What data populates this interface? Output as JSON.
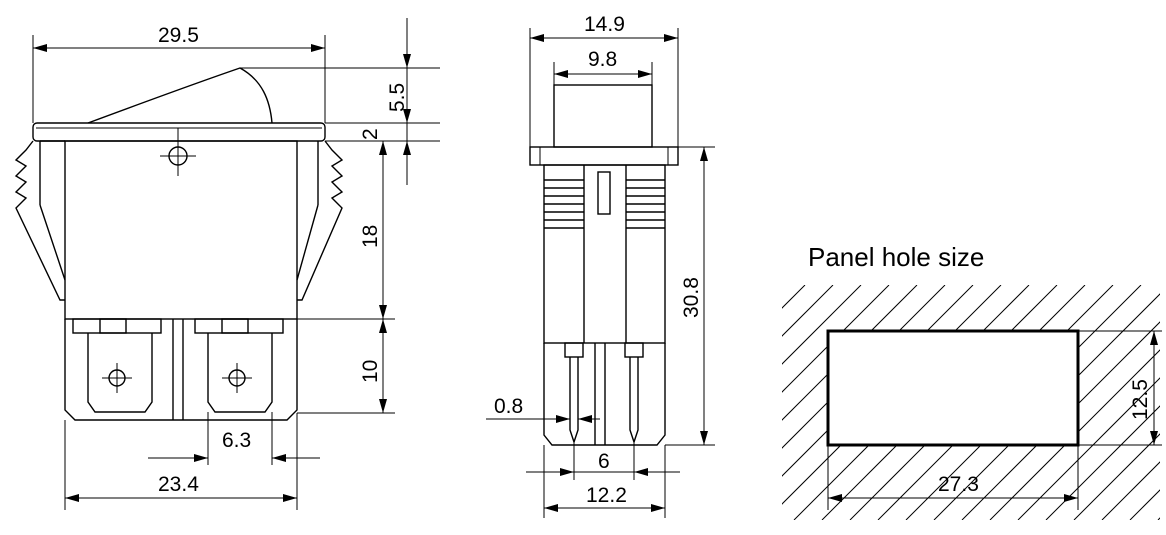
{
  "dimensions": {
    "front_width": "29.5",
    "actuator_height": "5.5",
    "flange_thickness": "2",
    "body_height": "18",
    "terminal_length": "10",
    "terminal_width": "6.3",
    "terminal_span": "23.4",
    "side_top_width": "14.9",
    "side_actuator_width": "9.8",
    "side_total_height": "30.8",
    "pin_thickness": "0.8",
    "pin_spacing": "6",
    "side_body_width": "12.2",
    "hole_height": "12.5",
    "hole_width": "27.3"
  },
  "panel_hole": {
    "title": "Panel hole size"
  }
}
